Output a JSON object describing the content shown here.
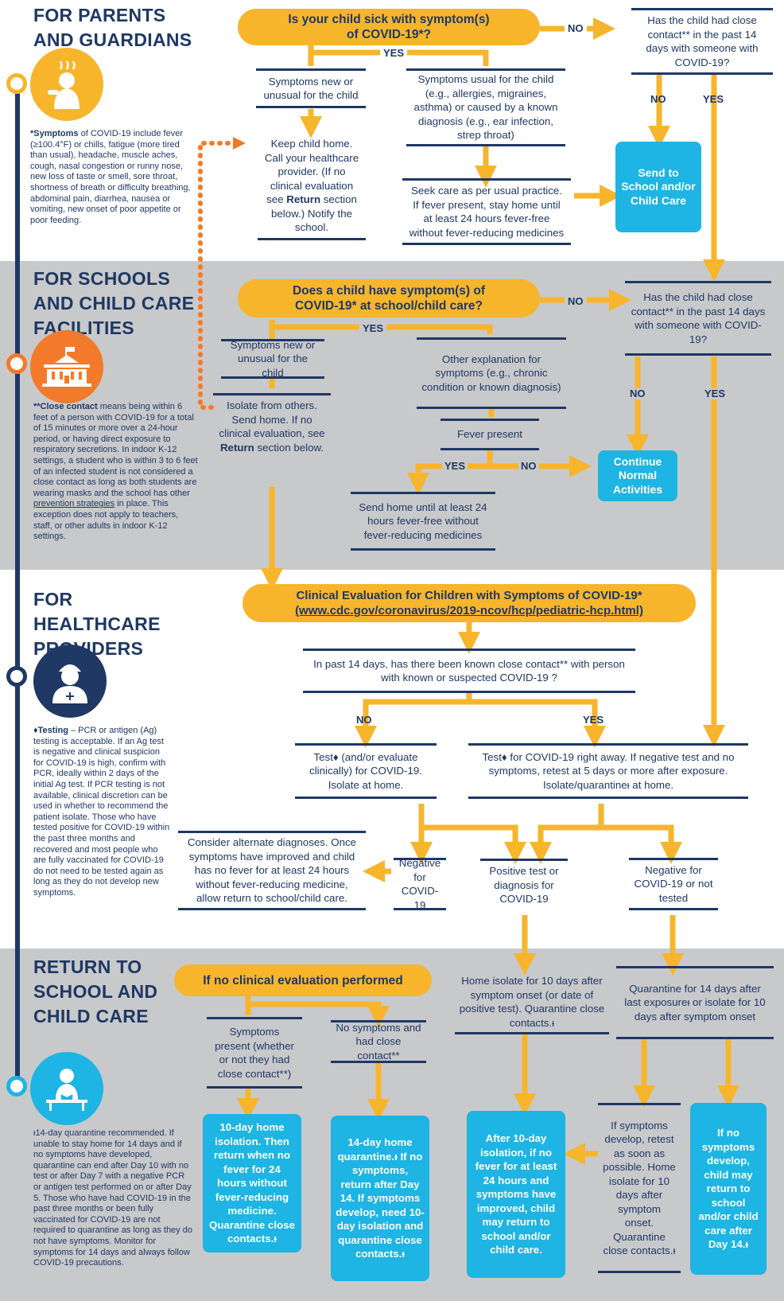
{
  "colors": {
    "navy": "#1f3864",
    "gold": "#f7b52c",
    "cyan": "#1eb4e3",
    "orange": "#f37a2a",
    "gray": "#c8c9cb"
  },
  "sections": {
    "parents": "FOR PARENTS AND GUARDIANS",
    "schools": "FOR SCHOOLS AND CHILD CARE FACILITIES",
    "providers": "FOR HEALTHCARE PROVIDERS",
    "return": "RETURN TO SCHOOL AND CHILD CARE"
  },
  "icons": {
    "parents": "sick-child-icon",
    "schools": "school-building-icon",
    "providers": "healthcare-provider-icon",
    "return": "child-reading-icon"
  },
  "notes": {
    "symptoms_term": "*Symptoms",
    "symptoms_text": " of COVID-19 include fever (≥100.4°F) or chills, fatigue (more tired than usual), headache, muscle aches, cough, nasal congestion or runny nose, new loss of taste or smell, sore throat, shortness of breath or difficulty breathing, abdominal pain, diarrhea, nausea or vomiting, new onset of poor appetite or poor feeding.",
    "contact_term": "**Close contact",
    "contact_text": " means being within 6 feet of a person with COVID-19 for a total of 15 minutes or more over a 24-hour period, or having direct exposure to respiratory secretions.  In indoor K-12 settings, a student who is within 3 to 6 feet of an infected student is not considered a close contact as long as both students are wearing masks and the school has other ",
    "contact_link": "prevention strategies",
    "contact_text2": " in place. This exception does not apply to teachers, staff, or other adults in indoor K-12 settings.",
    "testing_term": "♦Testing",
    "testing_text": " – PCR or antigen (Ag) testing is acceptable. If an Ag test is negative and clinical suspicion for COVID-19 is high, confirm with PCR, ideally within 2 days of the initial Ag test. If PCR testing is not available, clinical discretion can be used in whether to recommend the patient isolate. Those who have tested positive for COVID-19 within the past three months and recovered and most people who are fully vaccinated for COVID-19 do not need to be tested again as long as they do not develop new symptoms.",
    "quarantine_text": "ᵻ14-day quarantine recommended. If unable to stay home for 14 days and if no symptoms have developed, quarantine can end after Day 10 with no test or after Day 7 with a negative PCR or antigen test performed on or after Day 5. Those who have had COVID-19 in the past three months or been fully vaccinated for COVID-19 are not required to quarantine as long as they do not have symptoms. Monitor for symptoms for 14 days and always follow COVID-19 precautions."
  },
  "parents_flow": {
    "q_main": "Is your child sick with symptom(s) of COVID-19*?",
    "no": "NO",
    "yes": "YES",
    "q_contact": "Has the child had close contact** in the past 14 days with someone with COVID-19?",
    "contact_no": "NO",
    "contact_yes": "YES",
    "symptoms_new": "Symptoms new or unusual for the child",
    "symptoms_usual": "Symptoms usual for the child (e.g., allergies, migraines, asthma) or caused by a known diagnosis (e.g., ear infection, strep throat)",
    "keep_home_1": "Keep child home. Call your healthcare provider. (If no clinical evaluation see ",
    "keep_home_return": "Return",
    "keep_home_2": " section below.) Notify the school.",
    "seek_care": "Seek care as per usual practice. If fever present, stay home until at least 24 hours fever-free without fever-reducing medicines",
    "send_to_school": "Send to School and/or Child Care"
  },
  "schools_flow": {
    "q_main": "Does a child have symptom(s) of COVID-19* at school/child care?",
    "no": "NO",
    "yes": "YES",
    "q_contact": "Has the child had close contact** in the past 14 days with someone with COVID-19?",
    "contact_no": "NO",
    "contact_yes": "YES",
    "symptoms_new": "Symptoms new or unusual for the child",
    "other_explanation": "Other explanation for symptoms (e.g., chronic condition or known diagnosis)",
    "isolate_1": "Isolate from others. Send home. If no clinical evaluation, see ",
    "isolate_return": "Return",
    "isolate_2": " section below.",
    "fever_present": "Fever present",
    "fever_yes": "YES",
    "fever_no": "NO",
    "send_home": "Send home until at least 24 hours fever-free without fever-reducing medicines",
    "continue_normal": "Continue Normal Activities"
  },
  "providers_flow": {
    "clinical_title": "Clinical Evaluation for Children with Symptoms of COVID-19*",
    "clinical_link": "(www.cdc.gov/coronavirus/2019-ncov/hcp/pediatric-hcp.html)",
    "q_contact": "In past 14 days, has there been known close contact** with person with known or suspected COVID-19 ?",
    "no": "NO",
    "yes": "YES",
    "test_no_contact": "Test♦ (and/or evaluate clinically) for COVID-19. Isolate at home.",
    "test_contact": "Test♦ for COVID-19 right away. If negative test and no symptoms, retest at 5 days or more after exposure. Isolate/quarantineᵻ at home.",
    "alternate": "Consider alternate diagnoses. Once symptoms have improved and child has no fever for at least 24 hours without fever-reducing medicine, allow return to school/child care.",
    "negative": "Negative for COVID-19",
    "positive": "Positive test or diagnosis for COVID-19",
    "negative_or_not": "Negative for COVID-19 or not tested"
  },
  "return_flow": {
    "no_eval": "If no clinical evaluation performed",
    "symptoms_present": "Symptoms present (whether or not they had close contact**)",
    "no_symptoms": "No symptoms and had close contact**",
    "home_isolate": "Home isolate for 10 days after symptom onset (or date of positive test). Quarantine close contacts.ᵻ",
    "quarantine_14": "Quarantine for 14 days after last exposureᵻ or isolate for 10 days after symptom onset",
    "ten_day": "10-day home isolation. Then return when no fever for 24 hours without fever-reducing medicine. Quarantine close contacts.ᵻ",
    "fourteen_day": "14-day home quarantine.ᵻ If no symptoms, return after Day 14. If symptoms develop, need 10-day isolation and quarantine close contacts.ᵻ",
    "after_ten": "After 10-day isolation, if no fever for at least 24 hours and symptoms have improved, child may return to school and/or child care.",
    "if_symptoms": "If symptoms develop, retest as soon as possible. Home isolate for 10 days after symptom onset. Quarantine close contacts.ᵻ",
    "if_no_symptoms": "If no symptoms develop, child may return to school and/or child care after Day 14.ᵻ"
  }
}
